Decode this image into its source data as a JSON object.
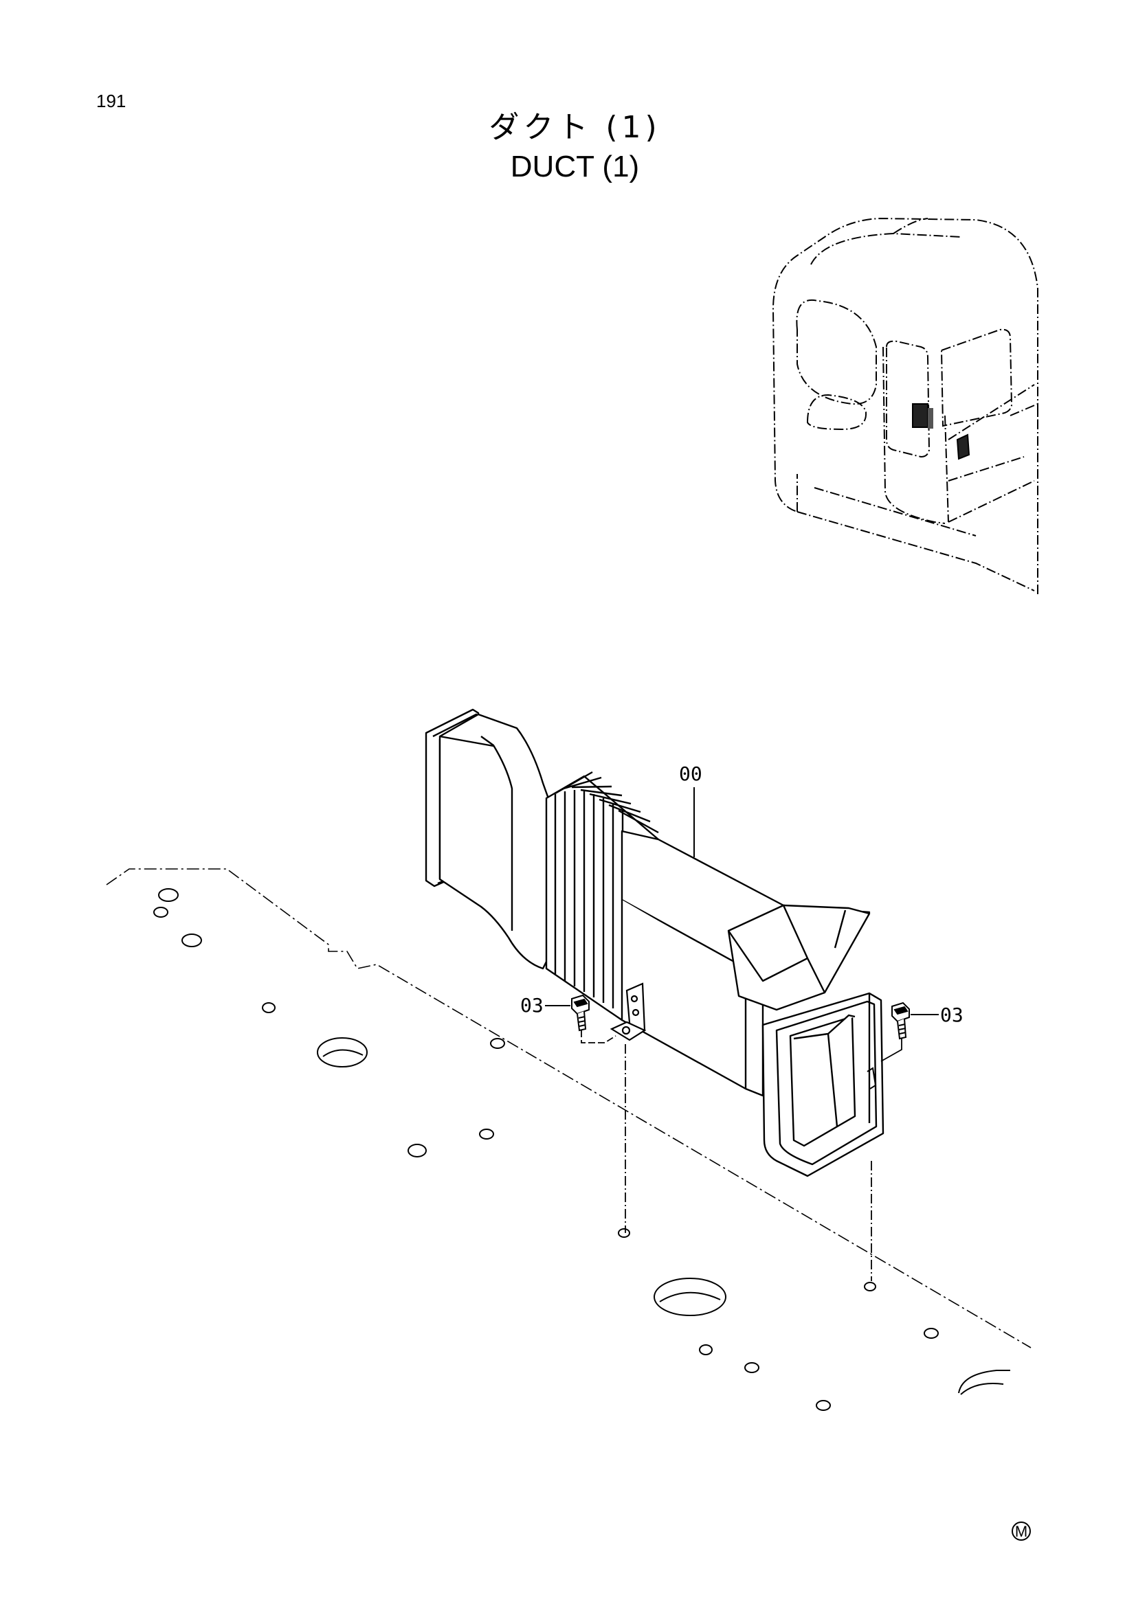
{
  "page": {
    "number": "191",
    "title_jp": "ダクト (1)",
    "title_en": "DUCT (1)",
    "corner_mark": "M"
  },
  "callouts": {
    "duct": "00",
    "bolt_left": "03",
    "bolt_right": "03"
  },
  "colors": {
    "ink": "#000000",
    "paper": "#ffffff"
  }
}
